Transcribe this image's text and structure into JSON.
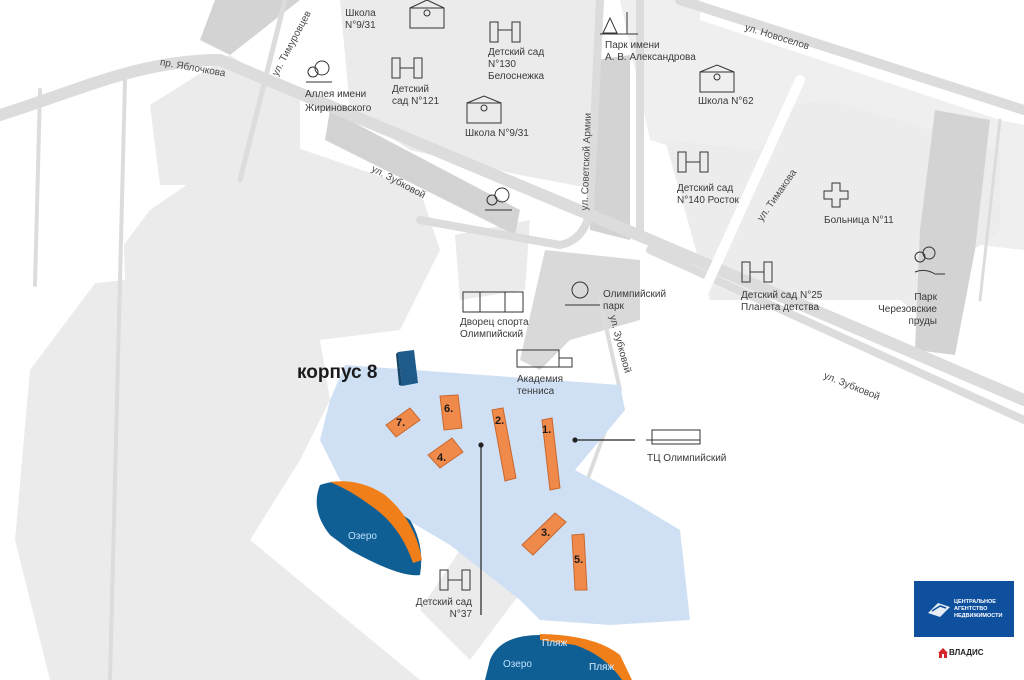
{
  "map": {
    "title": "корпус 8",
    "highlight_color": "#1e5a8a",
    "building_color": "#f08a4b",
    "area_color": "#cfe0f5",
    "lake_color": "#0f5f94",
    "beach_color": "#f07f1a"
  },
  "streets": {
    "yablochkova": "пр. Яблочкова",
    "timurovtsev": "ул. Тимуровцев",
    "zubkovoy_1": "ул. Зубковой",
    "zubkovoy_2": "ул. Зубковой",
    "zubkovoy_3": "ул. Зубковой",
    "sovetskoy_armii": "ул. Советской Армии",
    "novoselov": "ул. Новоселов",
    "timakova": "ул. Тимакова"
  },
  "pois": {
    "school_931_top": "Школа\nN°9/31",
    "kindergarten_130": "Детский сад\nN°130\nБелоснежка",
    "park_aleksandrova": "Парк имени\nА. В. Александрова",
    "alley_zhirinovskogo": "Аллея имени\nЖириновского",
    "kindergarten_121": "Детский\nсад N°121",
    "school_931": "Школа N°9/31",
    "school_62": "Школа N°62",
    "kindergarten_140": "Детский сад\nN°140 Росток",
    "hospital_11": "Больница N°11",
    "kindergarten_25": "Детский сад N°25\nПланета детства",
    "park_cherezovskie": "Парк\nЧерезовские\nпруды",
    "olympic_park": "Олимпийский\nпарк",
    "sport_palace": "Дворец спорта\nОлимпийский",
    "tennis_academy": "Академия\nтенниса",
    "mall_olympic": "ТЦ Олимпийский",
    "kindergarten_37": "Детский сад\nN°37"
  },
  "buildings": [
    "1.",
    "2.",
    "3.",
    "4.",
    "5.",
    "6.",
    "7."
  ],
  "water": {
    "lake_1": "Озеро",
    "lake_2": "Озеро",
    "beach_1": "Пляж",
    "beach_2": "Пляж"
  },
  "logo": {
    "agency_line1": "ЦЕНТРАЛЬНОЕ",
    "agency_line2": "АГЕНТСТВО",
    "agency_line3": "НЕДВИЖИМОСТИ",
    "brand": "ВЛАДИС"
  }
}
